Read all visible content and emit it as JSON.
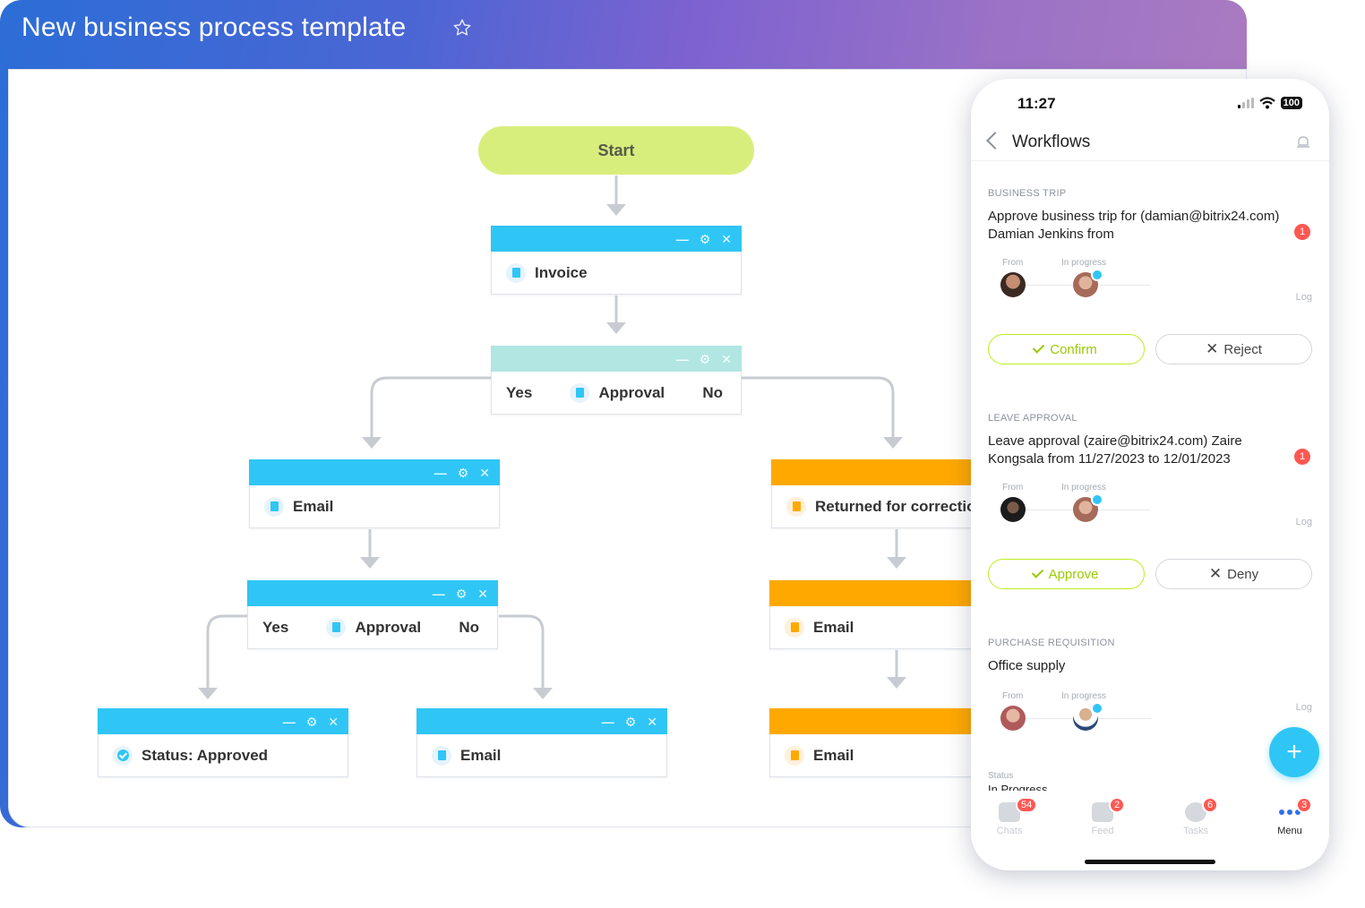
{
  "designer": {
    "title": "New business process template",
    "start_label": "Start",
    "blocks": {
      "invoice": "Invoice",
      "approval1": {
        "yes": "Yes",
        "label": "Approval",
        "no": "No"
      },
      "email_left": "Email",
      "returned": "Returned for correction",
      "approval2": {
        "yes": "Yes",
        "label": "Approval",
        "no": "No"
      },
      "email_right1": "Email",
      "status_approved": "Status: Approved",
      "email_mid": "Email",
      "email_right2": "Email"
    },
    "colors": {
      "blue": "#2fc6f6",
      "teal": "#b1e6e3",
      "orange": "#ffa900",
      "start": "#d8ee7c"
    }
  },
  "phone": {
    "time": "11:27",
    "battery": "100",
    "nav_title": "Workflows",
    "cards": [
      {
        "category": "BUSINESS TRIP",
        "description": "Approve business trip for (damian@bitrix24.com) Damian Jenkins from",
        "badge": "1",
        "from_label": "From",
        "progress_label": "In progress",
        "log_label": "Log",
        "confirm": "Confirm",
        "reject": "Reject"
      },
      {
        "category": "LEAVE APPROVAL",
        "description": "Leave approval (zaire@bitrix24.com) Zaire Kongsala from 11/27/2023 to 12/01/2023",
        "badge": "1",
        "from_label": "From",
        "progress_label": "In progress",
        "log_label": "Log",
        "confirm": "Approve",
        "reject": "Deny"
      },
      {
        "category": "PURCHASE REQUISITION",
        "description": "Office supply",
        "from_label": "From",
        "progress_label": "In progress",
        "log_label": "Log"
      }
    ],
    "status_label": "Status",
    "status_value": "In Progress",
    "tabs": [
      {
        "label": "Chats",
        "badge": "54"
      },
      {
        "label": "Feed",
        "badge": "2"
      },
      {
        "label": "Tasks",
        "badge": "6"
      },
      {
        "label": "Menu",
        "badge": "3"
      }
    ]
  }
}
